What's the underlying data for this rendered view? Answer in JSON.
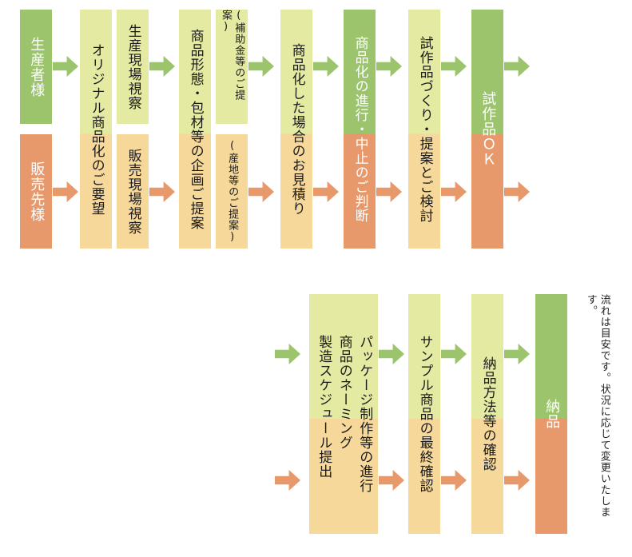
{
  "flow1": {
    "client": "生産者様",
    "seller": "販売先様",
    "request": "オリジナル商品化のご要望",
    "site_top": "生産現場視察",
    "site_bottom": "販売現場視察",
    "planning": "商品形態・包材等の企画ご提案",
    "subsidy": "(補助金等のご提案)",
    "origin": "(産地等のご提案)",
    "estimate": "商品化した場合のお見積り",
    "decision_top": "商品化の進行・",
    "decision_bottom": "中止のご判断",
    "prototype": "試作品づくり・提案とご検討",
    "ok": "試作品ＯＫ"
  },
  "flow2": {
    "production_line1": "パッケージ制作等の進行",
    "production_line2": "商品のネーミング",
    "production_line3": "製造スケジュール提出",
    "sample": "サンプル商品の最終確認",
    "delivery_method": "納品方法等の確認",
    "delivery": "納品"
  },
  "note": "流れは目安です。状況に応じて変更いたします。"
}
